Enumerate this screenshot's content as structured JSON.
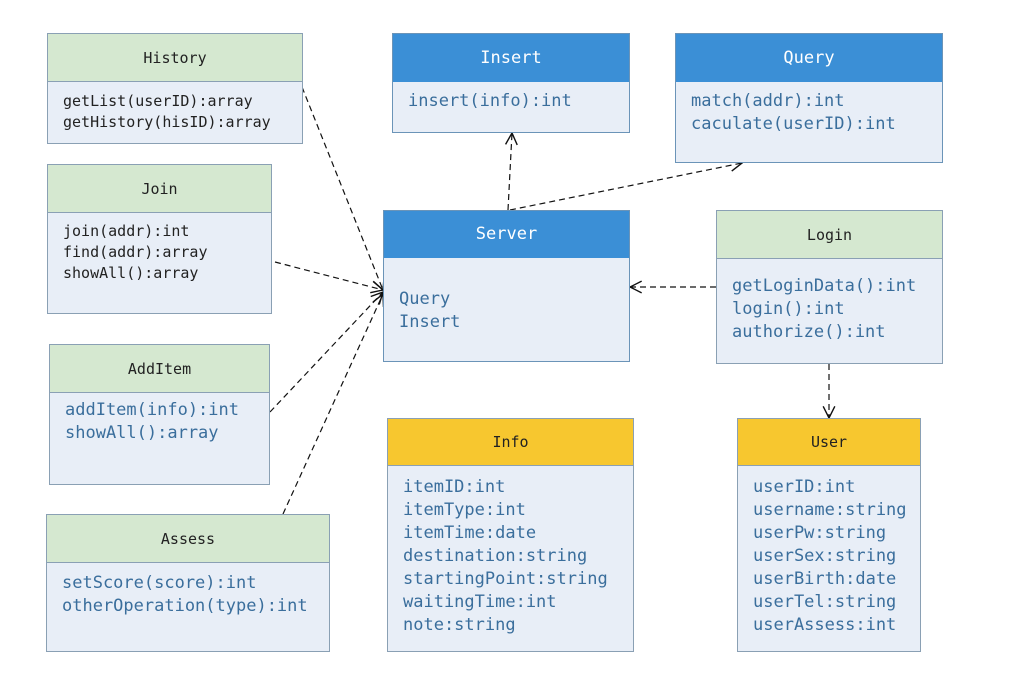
{
  "classes": {
    "history": {
      "title": "History",
      "members": [
        "getList(userID):array",
        "getHistory(hisID):array"
      ]
    },
    "insert": {
      "title": "Insert",
      "members": [
        "insert(info):int"
      ]
    },
    "query": {
      "title": "Query",
      "members": [
        "match(addr):int",
        "caculate(userID):int"
      ]
    },
    "join": {
      "title": "Join",
      "members": [
        "join(addr):int",
        "find(addr):array",
        "showAll():array"
      ]
    },
    "server": {
      "title": "Server",
      "members": [
        "Query",
        "Insert"
      ]
    },
    "login": {
      "title": "Login",
      "members": [
        "getLoginData():int",
        "login():int",
        "authorize():int"
      ]
    },
    "additem": {
      "title": "AddItem",
      "members": [
        "addItem(info):int",
        "showAll():array"
      ]
    },
    "assess": {
      "title": "Assess",
      "members": [
        "setScore(score):int",
        "otherOperation(type):int"
      ]
    },
    "info": {
      "title": "Info",
      "members": [
        "itemID:int",
        "itemType:int",
        "itemTime:date",
        "destination:string",
        "startingPoint:string",
        "waitingTime:int",
        "note:string"
      ]
    },
    "user": {
      "title": "User",
      "members": [
        "userID:int",
        "username:string",
        "userPw:string",
        "userSex:string",
        "userBirth:date",
        "userTel:string",
        "userAssess:int"
      ]
    }
  },
  "colors": {
    "green_header": "#d5e8d0",
    "blue_header": "#3b8fd6",
    "yellow_header": "#f7c72f",
    "body": "#e8eef7",
    "member_text": "#3a6e9c"
  }
}
